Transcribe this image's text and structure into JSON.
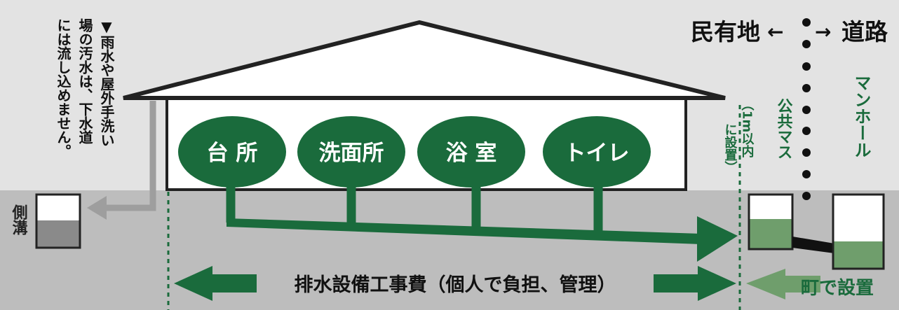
{
  "note": {
    "lines": [
      "▼雨水や屋外手洗い",
      "場の汚水は、下水道",
      "には流し込めません。"
    ]
  },
  "boundary": {
    "private_land": "民有地",
    "road": "道路",
    "left_arrow": "←",
    "right_arrow": "→"
  },
  "rooms": [
    "台 所",
    "洗面所",
    "浴 室",
    "トイレ"
  ],
  "public_basin": {
    "label": "公共マス",
    "note_lines": [
      "（1m以内",
      "に設置）"
    ]
  },
  "manhole": {
    "label": "マンホール"
  },
  "side_ditch": {
    "label": "側溝"
  },
  "cost_label": "排水設備工事費（個人で負担、管理）",
  "town_label": "町で設置",
  "colors": {
    "green": "#1a6b3c",
    "light_green": "#6f9e6c",
    "ground": "#bdbdbd",
    "sky": "#e3e3e3",
    "house": "#ffffff",
    "outline": "#222222"
  }
}
